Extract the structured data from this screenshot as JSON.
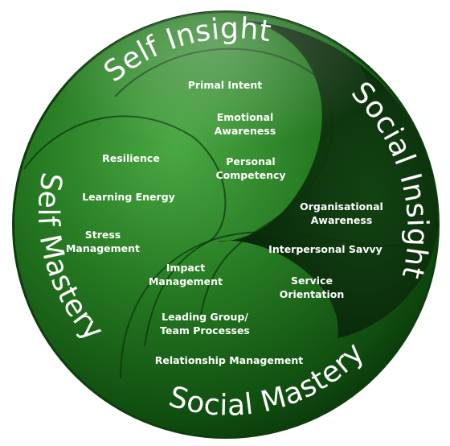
{
  "diagram": {
    "colors": {
      "sphere_light": "#3d9a37",
      "sphere_mid": "#1f6e1c",
      "sphere_dark": "#0c3d0c",
      "text": "#ffffff"
    },
    "quadrants": [
      {
        "title": "Self Insight",
        "items": [
          {
            "lines": [
              "Primal Intent"
            ]
          },
          {
            "lines": [
              "Emotional",
              "Awareness"
            ]
          },
          {
            "lines": [
              "Personal",
              "Competency"
            ]
          }
        ]
      },
      {
        "title": "Social Insight",
        "items": [
          {
            "lines": [
              "Organisational",
              "Awareness"
            ]
          },
          {
            "lines": [
              "Interpersonal Savvy"
            ]
          },
          {
            "lines": [
              "Service",
              "Orientation"
            ]
          }
        ]
      },
      {
        "title": "Social Mastery",
        "items": [
          {
            "lines": [
              "Impact",
              "Management"
            ]
          },
          {
            "lines": [
              "Leading Group/",
              "Team Processes"
            ]
          },
          {
            "lines": [
              "Relationship Management"
            ]
          }
        ]
      },
      {
        "title": "Self Mastery",
        "items": [
          {
            "lines": [
              "Resilience"
            ]
          },
          {
            "lines": [
              "Learning Energy"
            ]
          },
          {
            "lines": [
              "Stress",
              "Management"
            ]
          }
        ]
      }
    ]
  }
}
